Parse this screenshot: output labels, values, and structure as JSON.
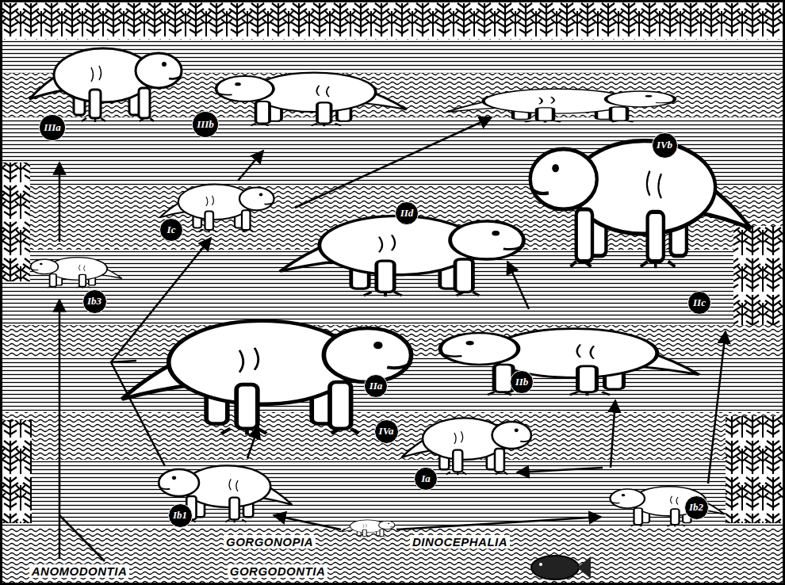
{
  "diagram": {
    "labels": [
      "IIIa",
      "IIIb",
      "IVb",
      "Ic",
      "IId",
      "IIc",
      "Ib3",
      "IIb",
      "IIa",
      "IVa",
      "Ia",
      "Ib1",
      "Ib2",
      "GORGONOPIA",
      "DINOCEPHALIA",
      "ANOMODONTIA",
      "GORGODONTIA"
    ]
  }
}
